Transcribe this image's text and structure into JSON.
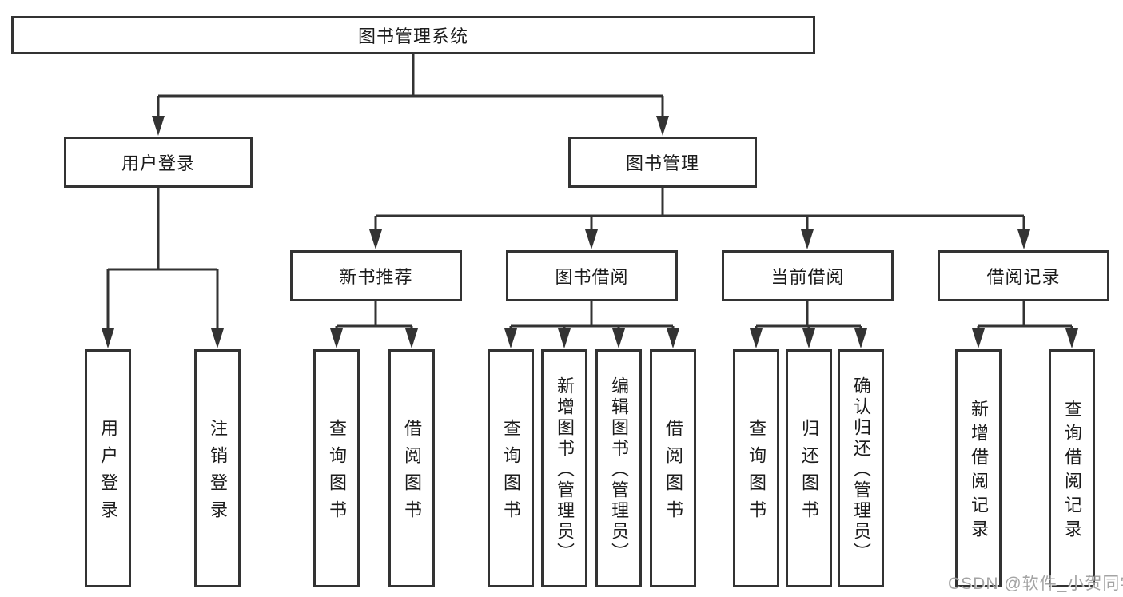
{
  "diagram": {
    "title": "图书管理系统",
    "colors": {
      "line": "#333333",
      "box_border": "#333333",
      "box_background": "#ffffff",
      "text": "#1c1c1c",
      "watermark": "#949494"
    },
    "root": {
      "label": "图书管理系统"
    },
    "level2": [
      {
        "label": "用户登录"
      },
      {
        "label": "图书管理"
      }
    ],
    "level3": [
      {
        "label": "新书推荐"
      },
      {
        "label": "图书借阅"
      },
      {
        "label": "当前借阅"
      },
      {
        "label": "借阅记录"
      }
    ],
    "leaves": {
      "user_login": [
        {
          "label": "用户登录"
        },
        {
          "label": "注销登录"
        }
      ],
      "new_book_recommend": [
        {
          "label": "查询图书"
        },
        {
          "label": "借阅图书"
        }
      ],
      "book_borrowing": [
        {
          "label": "查询图书"
        },
        {
          "label": "新增图书（管理员）"
        },
        {
          "label": "编辑图书（管理员）"
        },
        {
          "label": "借阅图书"
        }
      ],
      "current_borrowing": [
        {
          "label": "查询图书"
        },
        {
          "label": "归还图书"
        },
        {
          "label": "确认归还（管理员）"
        }
      ],
      "borrowing_records": [
        {
          "label": "新增借阅记录"
        },
        {
          "label": "查询借阅记录"
        }
      ]
    },
    "watermark": "CSDN @软件_小贺同学"
  }
}
